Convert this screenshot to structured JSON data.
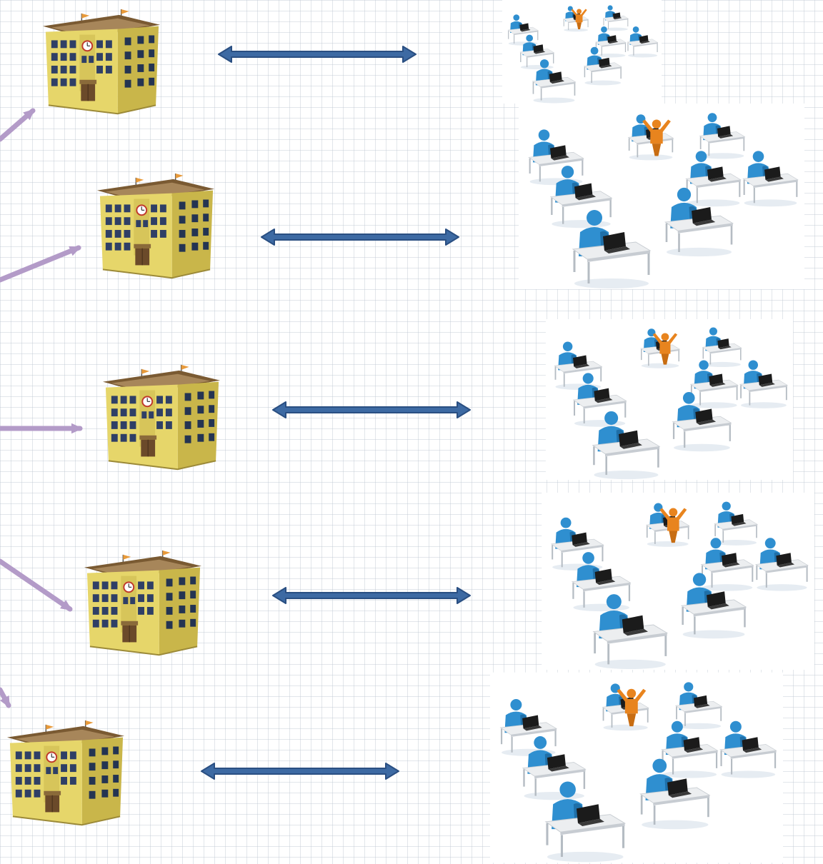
{
  "colors": {
    "background": "#ffffff",
    "grid": "#c8d0d8",
    "connector": "#b39bc8",
    "double_arrow": "#3d6aa3",
    "double_arrow_edge": "#2a4f82",
    "building_wall": "#e6d66a",
    "building_wall_shade": "#c9b64a",
    "building_roof": "#7a5a32",
    "building_window": "#2f3f66",
    "building_door": "#6b4a2a",
    "flag": "#e89a3a",
    "clock_face": "#ffffff",
    "clock_ring": "#c0392b",
    "person": "#2f8fd0",
    "person_shade": "#1f6fa8",
    "teacher": "#e8841e",
    "desk_top": "#e8eaec",
    "desk_leg": "#b5bcc3",
    "laptop": "#1b1b1b"
  },
  "icons": {
    "building": "school-building-icon",
    "classroom": "computer-classroom-icon",
    "link": "double-arrow-icon",
    "connector": "connector-arrow-icon"
  },
  "rows": [
    {
      "id": "row-1"
    },
    {
      "id": "row-2"
    },
    {
      "id": "row-3"
    },
    {
      "id": "row-4"
    },
    {
      "id": "row-5"
    }
  ]
}
